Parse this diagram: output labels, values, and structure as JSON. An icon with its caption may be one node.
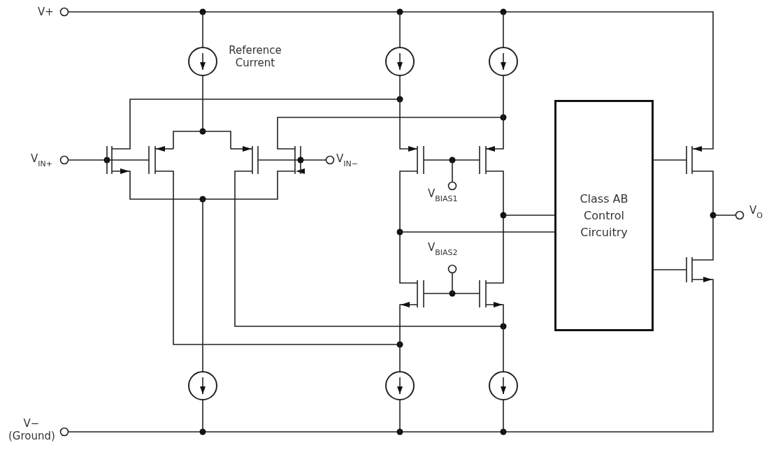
{
  "diagram": {
    "nodes": [
      {
        "text": [
          "Class AB Control Circuitry"
        ]
      }
    ],
    "labels": [
      "V+",
      "Reference Current",
      "V$_{IN+}$",
      "V$_{IN−}$",
      "V$_{BIAS1}$",
      "V$_{BIAS2}$",
      "V$_{O}$",
      "V− (Ground)"
    ]
  }
}
